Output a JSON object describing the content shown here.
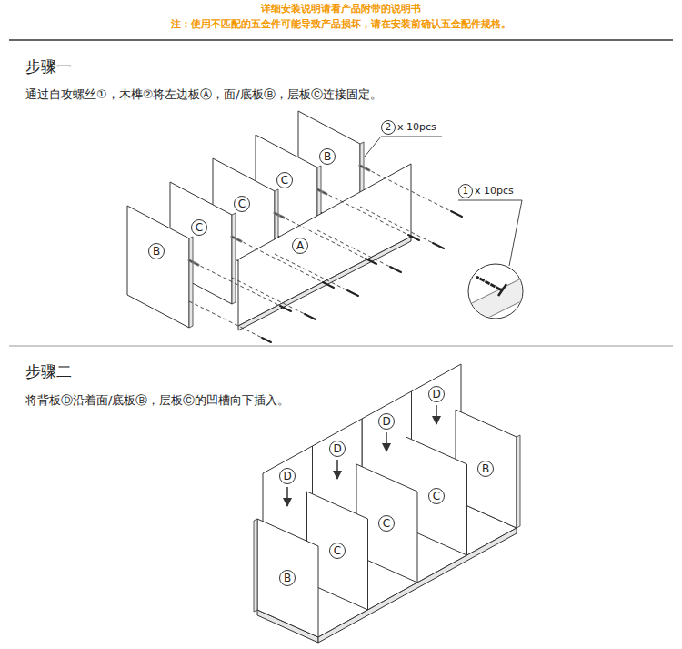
{
  "diagram": {
    "title": "详细安装说明请看产品附带的说明书",
    "labels": [
      "注：使用不匹配的五金件可能导致产品损坏，请在安装前确认五金配件规格。",
      "步骤一",
      "通过自攻螺丝①，木榫②将左边板Ⓐ，面/底板Ⓑ，层板Ⓒ连接固定。",
      "B",
      "C",
      "C",
      "C",
      "B",
      "A",
      "2",
      "x 10pcs",
      "1",
      "x 10pcs",
      "步骤二",
      "将背板Ⓓ沿着面/底板Ⓑ，层板Ⓒ的凹槽向下插入。",
      "D",
      "D",
      "D",
      "D",
      "B",
      "C",
      "C",
      "C",
      "B"
    ]
  }
}
